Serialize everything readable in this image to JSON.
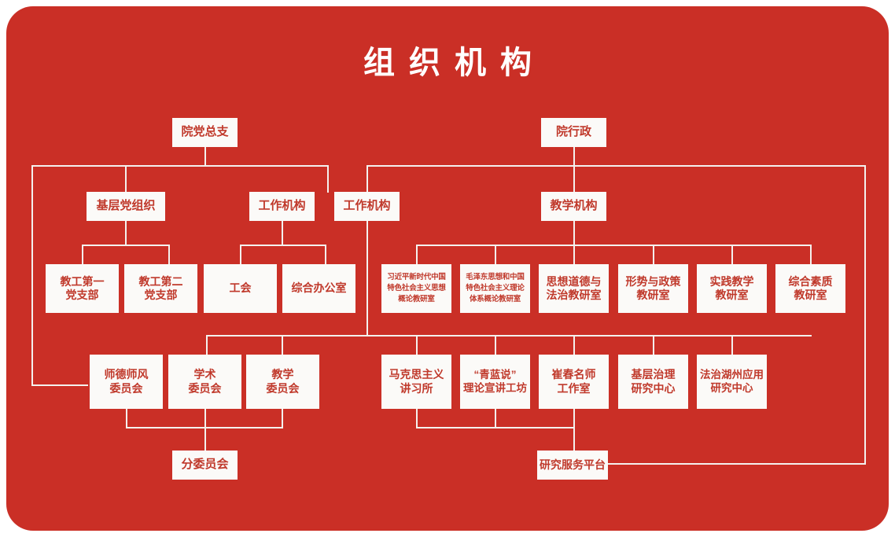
{
  "page": {
    "title": "组织机构",
    "background_color": "#ca2f26",
    "node_fill_color": "#fbfaf8",
    "node_text_color": "#c0392b",
    "line_color": "#f4f1ee"
  },
  "chart_data": {
    "type": "diagram",
    "title": "组织机构",
    "roots": [
      "院党总支",
      "院行政"
    ]
  },
  "nodes": {
    "party_branch": "院党总支",
    "administration": "院行政",
    "grassroots_party_org": "基层党组织",
    "work_org_party": "工作机构",
    "work_org_admin": "工作机构",
    "teaching_org": "教学机构",
    "faculty_branch_1": "教工第一\n党支部",
    "faculty_branch_2": "教工第二\n党支部",
    "union": "工会",
    "general_office": "综合办公室",
    "dept_xi": "习近平新时代中国\n特色社会主义思想\n概论教研室",
    "dept_mao": "毛泽东思想和中国\n特色社会主义理论\n体系概论教研室",
    "dept_ethics": "思想道德与\n法治教研室",
    "dept_policy": "形势与政策\n教研室",
    "dept_practice": "实践教学\n教研室",
    "dept_quality": "综合素质\n教研室",
    "committee_ethics": "师德师风\n委员会",
    "committee_academic": "学术\n委员会",
    "committee_teaching": "教学\n委员会",
    "inst_marxism": "马克思主义\n讲习所",
    "inst_qinglanshuo": "“青蓝说”\n理论宣讲工坊",
    "inst_cuichun": "崔春名师\n工作室",
    "inst_governance": "基层治理\n研究中心",
    "inst_huzhou": "法治湖州应用\n研究中心",
    "sub_committee": "分委员会",
    "research_platform": "研究服务平台"
  }
}
